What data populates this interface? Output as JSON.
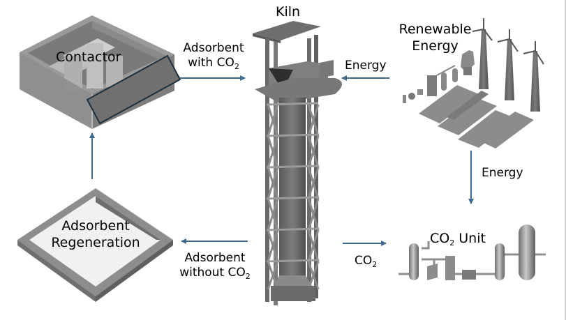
{
  "diagram": {
    "colors": {
      "arrow": "#3d6a8e",
      "equipment_dark": "#6b6b6b",
      "equipment_mid": "#8c8c8c",
      "equipment_light": "#b4b4b4",
      "contactor_panel": "#707070",
      "contactor_panel_outline": "#1e2f3d",
      "regeneration_fill": "#f1f1ef",
      "border": "#d6d6d6"
    },
    "nodes": {
      "contactor": {
        "label": "Contactor"
      },
      "kiln": {
        "label": "Kiln"
      },
      "renewable": {
        "label_line1": "Renewable",
        "label_line2": "Energy"
      },
      "regeneration": {
        "label_line1": "Adsorbent",
        "label_line2": "Regeneration"
      },
      "co2_unit": {
        "label_prefix": "CO",
        "label_sub": "2",
        "label_suffix": " Unit"
      }
    },
    "edges": {
      "contactor_to_kiln": {
        "line1": "Adsorbent",
        "line2_prefix": "with CO",
        "line2_sub": "2"
      },
      "renewable_to_kiln": {
        "label": "Energy"
      },
      "renewable_to_co2": {
        "label": "Energy"
      },
      "kiln_to_co2": {
        "prefix": "CO",
        "sub": "2"
      },
      "kiln_to_regeneration": {
        "line1": "Adsorbent",
        "line2_prefix": "without CO",
        "line2_sub": "2"
      },
      "regeneration_to_contactor": {
        "label": ""
      }
    }
  }
}
